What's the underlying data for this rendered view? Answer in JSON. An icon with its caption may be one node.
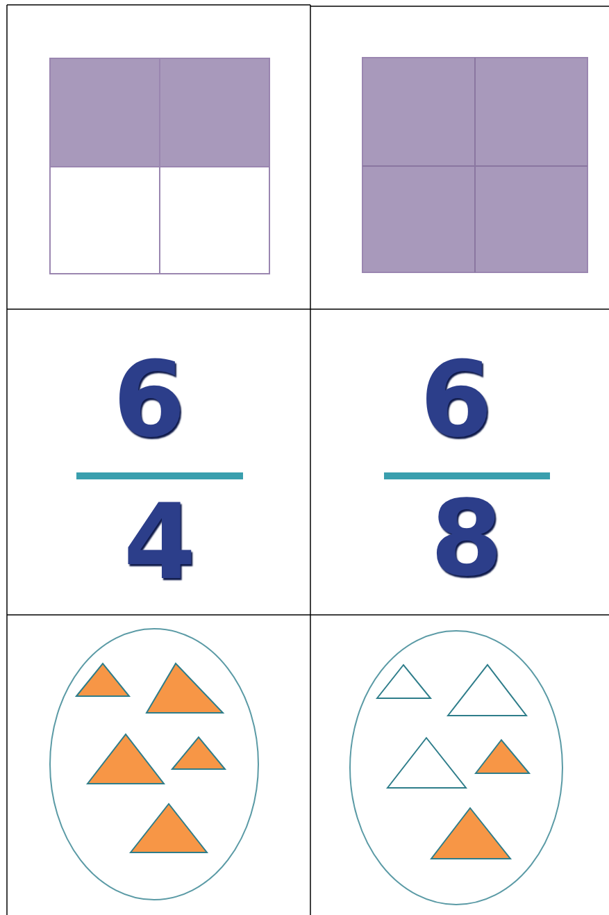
{
  "diagram": {
    "labels": [
      "6",
      "4",
      "6",
      "8"
    ]
  }
}
